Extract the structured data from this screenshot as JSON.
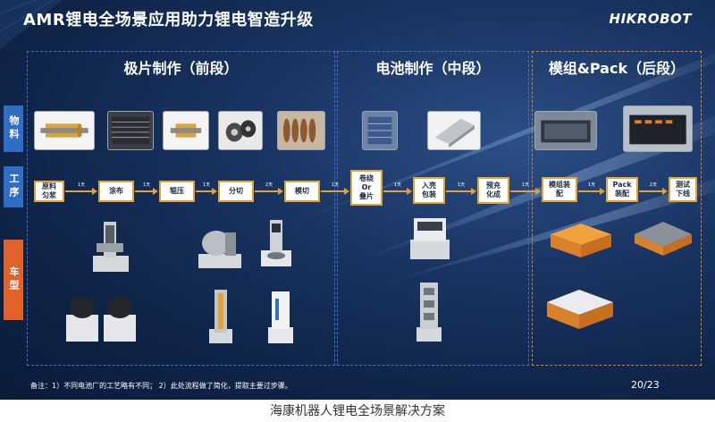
{
  "title": "AMR锂电全场景应用助力锂电智造升级",
  "logo": "HIKROBOT",
  "sections": {
    "front": "极片制作（前段）",
    "middle": "电池制作（中段）",
    "back": "模组&Pack（后段）"
  },
  "row_labels": {
    "material": "物料",
    "process": "工序",
    "vehicle": "车型"
  },
  "steps": {
    "s1": "原料\n匀浆",
    "s2": "涂布",
    "s3": "辊压",
    "s4": "分切",
    "s5": "模切",
    "s6": "卷绕\nOr\n叠片",
    "s7": "入壳\n包装",
    "s8": "预充\n化成",
    "s9": "模组装\n配",
    "s10": "Pack\n装配",
    "s11": "测试\n下线"
  },
  "arrow_tags": [
    "1天",
    "1天",
    "1天",
    "2天",
    "1天",
    "1天",
    "1天",
    "1天",
    "1天",
    "2天"
  ],
  "footnote": "备注：1）不同电池厂的工艺略有不同； 2）此处流程做了简化，提取主要过步骤。",
  "page": "20/23",
  "caption": "海康机器人锂电全场景解决方案",
  "colors": {
    "background": "#12295a",
    "front_border": "#3c73c8",
    "back_border": "#d9822b",
    "step_border": "#e1a23a",
    "label_blue": "#2f6fc3",
    "label_orange": "#e0622a"
  }
}
